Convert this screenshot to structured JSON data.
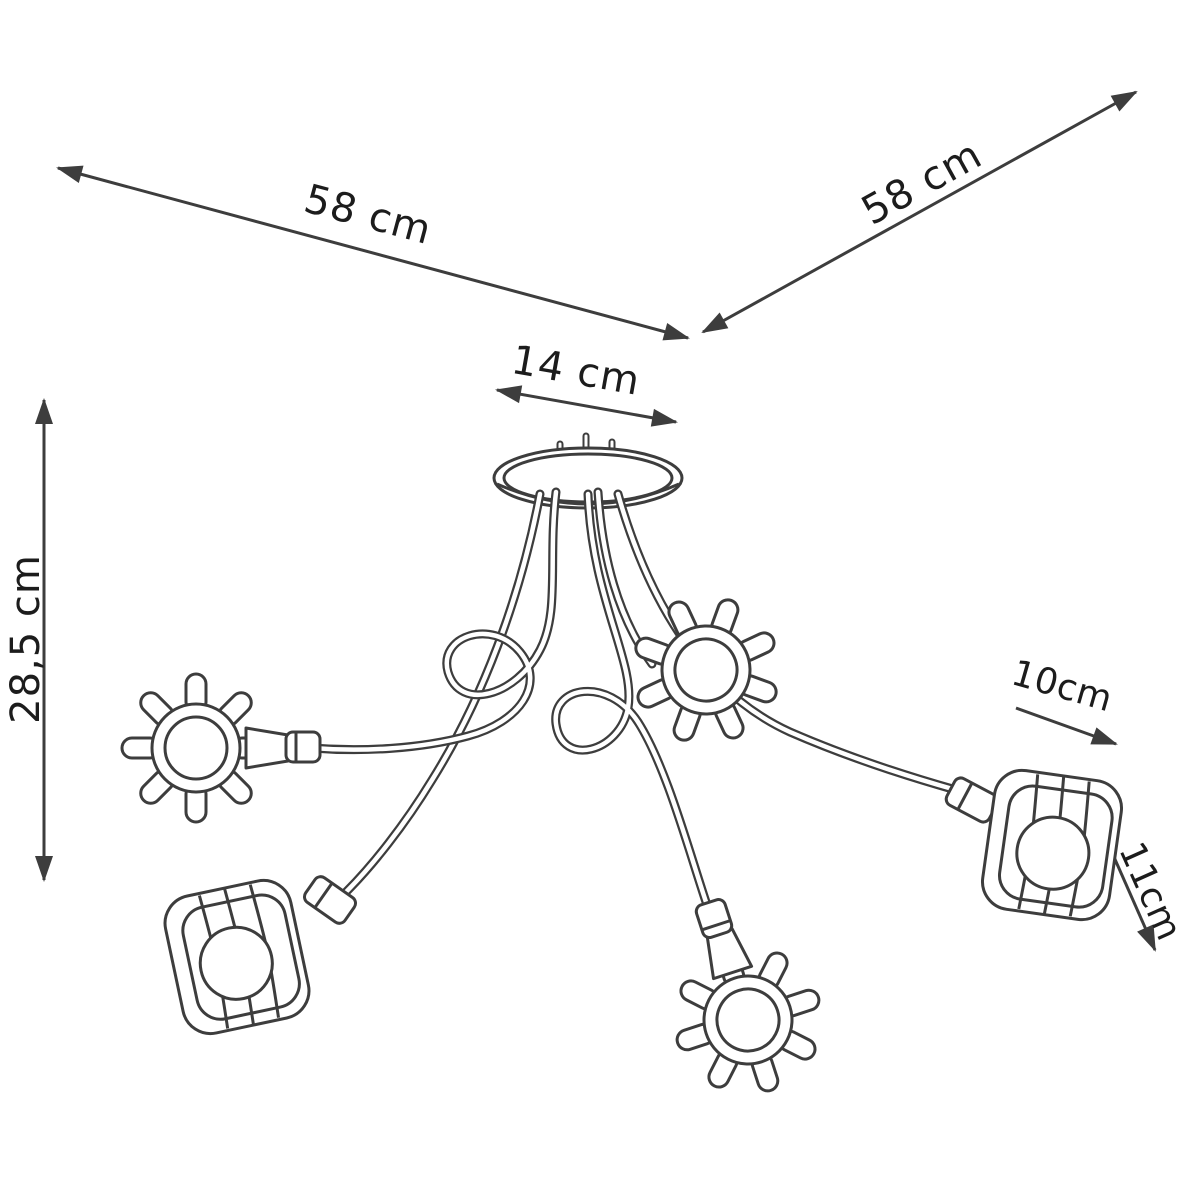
{
  "colors": {
    "background": "#ffffff",
    "line": "#3d3d3d",
    "text": "#1c1c1c"
  },
  "drawing": {
    "subject": "line-art ceiling lamp with five wire cage shades"
  },
  "dimension_labels": {
    "fixture_width_left": "58 cm",
    "fixture_depth_right": "58 cm",
    "canopy_diameter": "14 cm",
    "fixture_height": "28,5 cm",
    "shade_width": "10cm",
    "shade_height": "11cm"
  }
}
